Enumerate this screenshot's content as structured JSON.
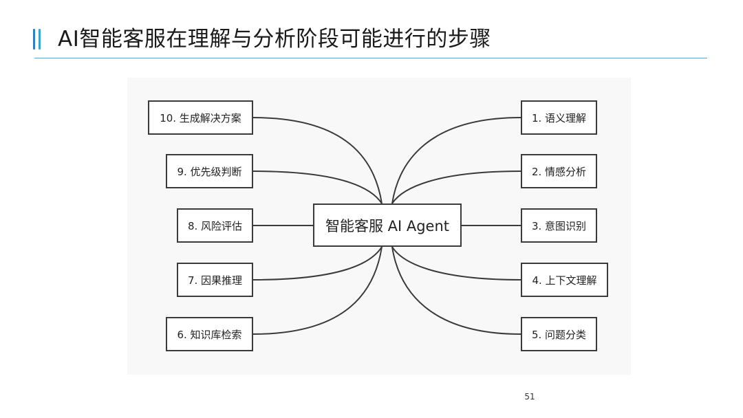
{
  "header": {
    "title": "AI智能客服在理解与分析阶段可能进行的步骤"
  },
  "diagram": {
    "center": "智能客服 AI Agent",
    "left_nodes": [
      {
        "label": "10. 生成解决方案"
      },
      {
        "label": "9. 优先级判断"
      },
      {
        "label": "8. 风险评估"
      },
      {
        "label": "7. 因果推理"
      },
      {
        "label": "6. 知识库检索"
      }
    ],
    "right_nodes": [
      {
        "label": "1. 语义理解"
      },
      {
        "label": "2. 情感分析"
      },
      {
        "label": "3. 意图识别"
      },
      {
        "label": "4. 上下文理解"
      },
      {
        "label": "5. 问题分类"
      }
    ]
  },
  "footer": {
    "page_number": "51"
  },
  "colors": {
    "accent_bar_dark": "#2f7fc1",
    "accent_bar_light": "#3aa5c8",
    "title_rule": "#5aa7bf",
    "node_border": "#3a3a3a",
    "panel_background": "#f8f8f8"
  }
}
